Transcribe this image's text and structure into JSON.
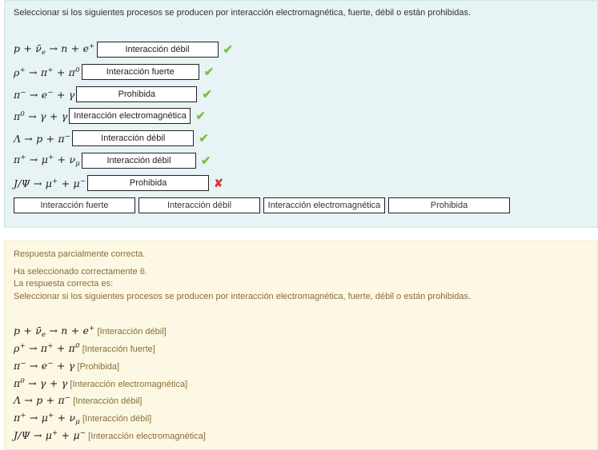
{
  "question": {
    "prompt": "Seleccionar si los siguientes procesos se producen por interacción electromagnética, fuerte, débil o están prohibidas.",
    "rows": [
      {
        "process": "p + ν̄ₑ → n + e⁺",
        "answer": "Interacción débil",
        "status": "correct"
      },
      {
        "process": "ρ⁺ → π⁺ + π⁰",
        "answer": "Interacción fuerte",
        "status": "correct"
      },
      {
        "process": "π⁻ → e⁻ + γ",
        "answer": "Prohibida",
        "status": "correct"
      },
      {
        "process": "π⁰ → γ + γ",
        "answer": "Interacción electromagnética",
        "status": "correct"
      },
      {
        "process": "Λ → p + π⁻",
        "answer": "Interacción débil",
        "status": "correct"
      },
      {
        "process": "π⁺ → μ⁺ + ν_μ",
        "answer": "Interacción débil",
        "status": "correct"
      },
      {
        "process": "J/Ψ → μ⁺ + μ⁻",
        "answer": "Prohibida",
        "status": "incorrect"
      }
    ],
    "choices": [
      "Interacción fuerte",
      "Interacción débil",
      "Interacción electromagnética",
      "Prohibida"
    ],
    "correct_mark": "✔",
    "incorrect_mark": "✘"
  },
  "feedback": {
    "status": "Respuesta parcialmente correcta.",
    "count": "Ha seleccionado correctamente 6.",
    "correct_intro": "La respuesta correcta es:",
    "prompt": "Seleccionar si los siguientes procesos se producen por interacción electromagnética, fuerte, débil o están prohibidas.",
    "answers": [
      {
        "process": "p + ν̄ₑ → n + e⁺",
        "answer": "[Interacción débil]"
      },
      {
        "process": "ρ⁺ → π⁺ + π⁰",
        "answer": "[Interacción fuerte]"
      },
      {
        "process": "π⁻ → e⁻ + γ",
        "answer": "[Prohibida]"
      },
      {
        "process": "π⁰ → γ + γ",
        "answer": "[Interacción electromagnética]"
      },
      {
        "process": "Λ → p + π⁻",
        "answer": "[Interacción débil]"
      },
      {
        "process": "π⁺ → μ⁺ + ν_μ",
        "answer": "[Interacción débil]"
      },
      {
        "process": "J/Ψ → μ⁺ + μ⁻",
        "answer": "[Interacción electromagnética]"
      }
    ]
  },
  "colors": {
    "correct": "#7cc142",
    "incorrect": "#e03131",
    "feedback_text": "#8a6d3b"
  }
}
